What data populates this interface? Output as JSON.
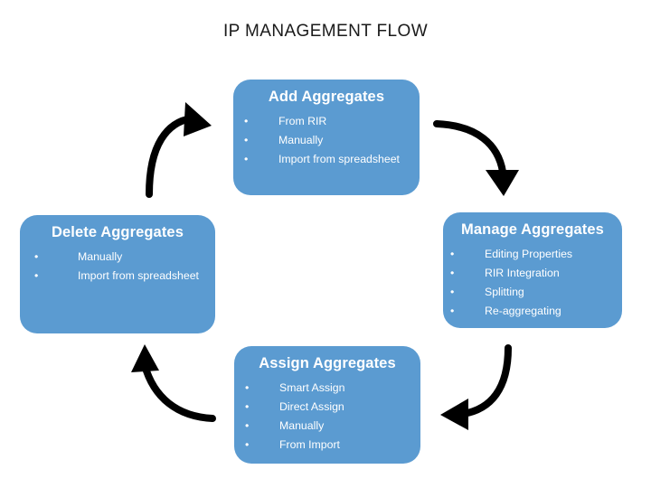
{
  "diagram": {
    "title": "IP MANAGEMENT FLOW",
    "background_color": "#ffffff",
    "box_color": "#5b9bd1",
    "box_text_color": "#ffffff",
    "arrow_color": "#000000",
    "title_color": "#1a1a1a",
    "bullet_glyph": "•",
    "nodes": [
      {
        "id": "add",
        "title": "Add Aggregates",
        "items": [
          "From RIR",
          "Manually",
          "Import from spreadsheet"
        ]
      },
      {
        "id": "manage",
        "title": "Manage Aggregates",
        "items": [
          "Editing Properties",
          "RIR Integration",
          "Splitting",
          "Re-aggregating"
        ]
      },
      {
        "id": "assign",
        "title": "Assign Aggregates",
        "items": [
          "Smart Assign",
          "Direct Assign",
          "Manually",
          "From Import"
        ]
      },
      {
        "id": "delete",
        "title": "Delete Aggregates",
        "items": [
          "Manually",
          "Import from spreadsheet"
        ]
      }
    ],
    "arrows": [
      {
        "id": "add-to-manage",
        "from": "add",
        "to": "manage",
        "direction": "down-right"
      },
      {
        "id": "manage-to-assign",
        "from": "manage",
        "to": "assign",
        "direction": "down-left"
      },
      {
        "id": "assign-to-delete",
        "from": "assign",
        "to": "delete",
        "direction": "up-left"
      },
      {
        "id": "delete-to-add",
        "from": "delete",
        "to": "add",
        "direction": "up-right"
      }
    ]
  }
}
